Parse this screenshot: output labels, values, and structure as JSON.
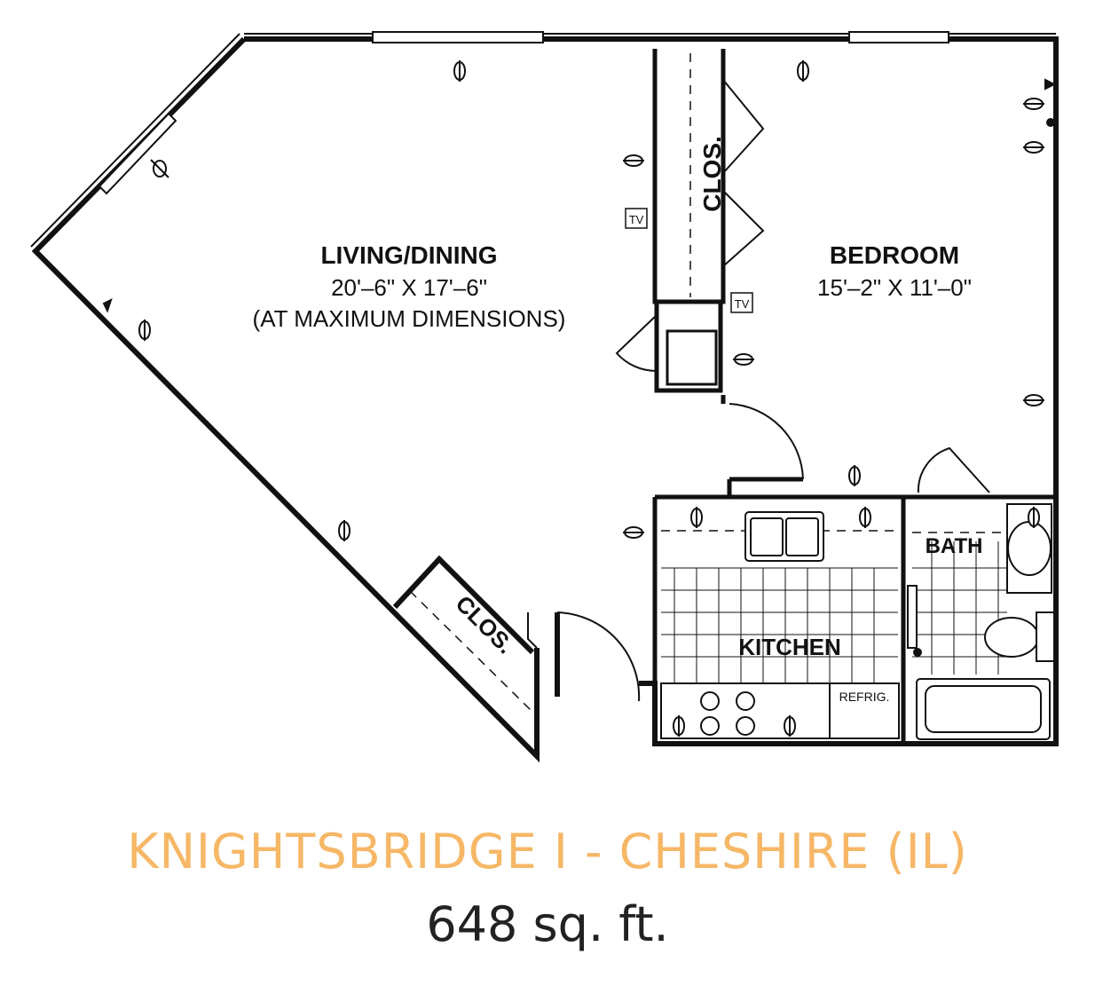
{
  "plan": {
    "rooms": {
      "living_name": "LIVING/DINING",
      "living_dims": "20'–6\" X 17'–6\"",
      "living_note": "(AT MAXIMUM DIMENSIONS)",
      "bedroom_name": "BEDROOM",
      "bedroom_dims": "15'–2\" X 11'–0\"",
      "closet_top": "CLOS.",
      "closet_bottom": "CLOS.",
      "bath": "BATH",
      "kitchen": "KITCHEN",
      "refrig": "REFRIG.",
      "tv1": "TV",
      "tv2": "TV"
    }
  },
  "footer": {
    "title": "KNIGHTSBRIDGE I - CHESHIRE (IL)",
    "area": "648 sq. ft."
  },
  "colors": {
    "title": "#f6b766",
    "walls": "#111111"
  }
}
